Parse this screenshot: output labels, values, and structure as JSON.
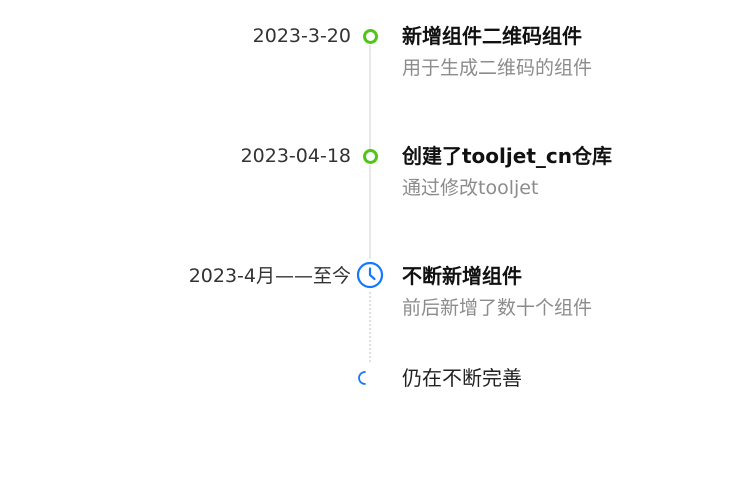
{
  "timeline": {
    "items": [
      {
        "date": "2023-3-20",
        "title": "新增组件二维码组件",
        "desc": "用于生成二维码的组件",
        "marker": "green-dot"
      },
      {
        "date": "2023-04-18",
        "title": "创建了tooljet_cn仓库",
        "desc": "通过修改tooljet",
        "marker": "green-dot"
      },
      {
        "date": "2023-4月——至今",
        "title": "不断新增组件",
        "desc": "前后新增了数十个组件",
        "marker": "clock-icon"
      }
    ],
    "pending": {
      "label": "仍在不断完善",
      "marker": "loading-spinner-icon"
    }
  },
  "colors": {
    "green": "#52c41a",
    "blue": "#1677ff",
    "line": "#e8e8e8"
  }
}
